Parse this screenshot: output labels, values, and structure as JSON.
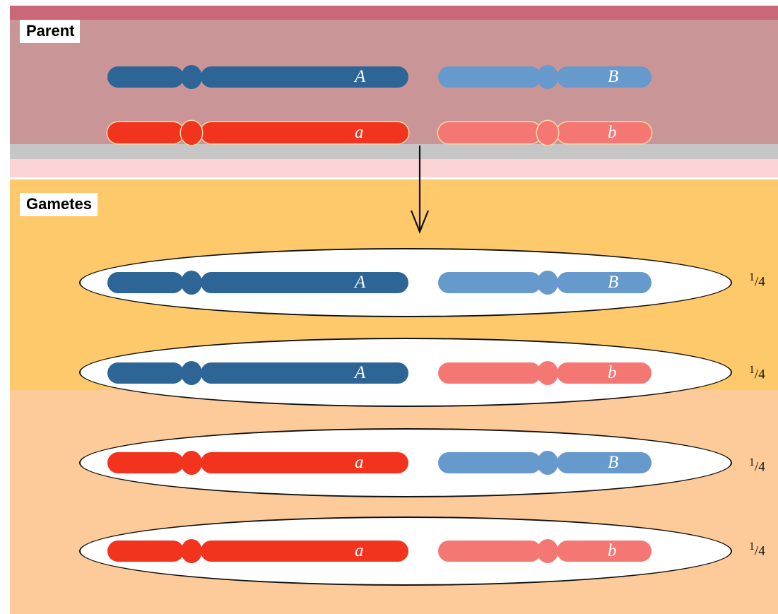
{
  "labels": {
    "parent": "Parent",
    "gametes": "Gametes"
  },
  "colors": {
    "dark_blue": "#2e6597",
    "light_blue": "#6699cc",
    "red": "#f2331d",
    "salmon": "#f57773",
    "parent_band": "#c99597",
    "gametes_band": "#fdc96a",
    "gametes_band_lower": "#fccb99"
  },
  "parent": {
    "chromosomes": [
      {
        "allele": "A",
        "color": "dark_blue"
      },
      {
        "allele": "B",
        "color": "light_blue"
      },
      {
        "allele": "a",
        "color": "red"
      },
      {
        "allele": "b",
        "color": "salmon"
      }
    ]
  },
  "gametes": [
    {
      "alleles": [
        "A",
        "B"
      ],
      "fraction": {
        "num": "1",
        "den": "4"
      }
    },
    {
      "alleles": [
        "A",
        "b"
      ],
      "fraction": {
        "num": "1",
        "den": "4"
      }
    },
    {
      "alleles": [
        "a",
        "B"
      ],
      "fraction": {
        "num": "1",
        "den": "4"
      }
    },
    {
      "alleles": [
        "a",
        "b"
      ],
      "fraction": {
        "num": "1",
        "den": "4"
      }
    }
  ]
}
